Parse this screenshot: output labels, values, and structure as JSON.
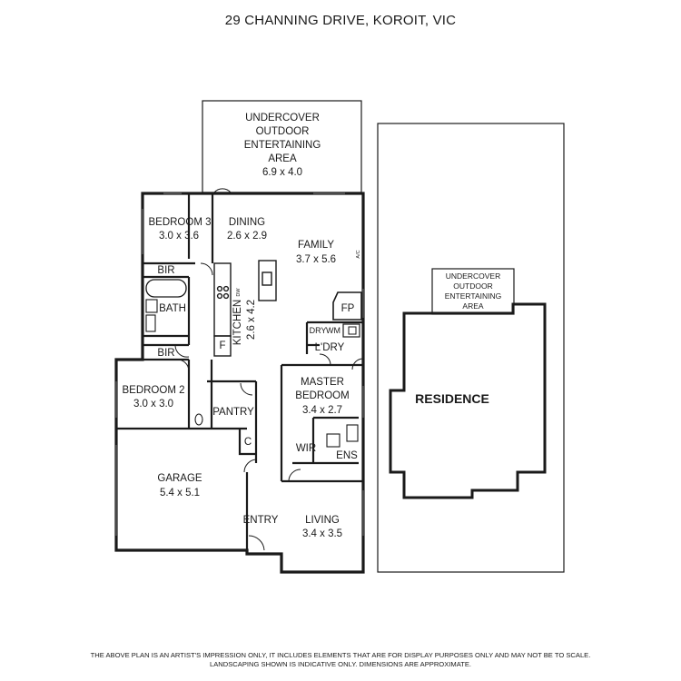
{
  "title": "29 CHANNING DRIVE, KOROIT, VIC",
  "disclaimer": {
    "line1": "THE ABOVE PLAN IS AN ARTIST'S IMPRESSION ONLY, IT INCLUDES ELEMENTS THAT ARE FOR DISPLAY PURPOSES ONLY AND MAY NOT BE TO SCALE.",
    "line2": "LANDSCAPING SHOWN IS INDICATIVE ONLY. DIMENSIONS ARE APPROXIMATE."
  },
  "rooms": {
    "outdoor": {
      "line1": "UNDERCOVER",
      "line2": "OUTDOOR",
      "line3": "ENTERTAINING",
      "line4": "AREA",
      "dim": "6.9 x 4.0"
    },
    "bedroom3": {
      "name": "BEDROOM 3",
      "dim": "3.0 x 3.6"
    },
    "dining": {
      "name": "DINING",
      "dim": "2.6 x 2.9"
    },
    "family": {
      "name": "FAMILY",
      "dim": "3.7 x 5.6"
    },
    "kitchen": {
      "name": "KITCHEN",
      "dim": "2.6 x 4.2"
    },
    "bir_top": "BIR",
    "bath": "BATH",
    "bir_bottom": "BIR",
    "fridge": "F",
    "dw": "DW",
    "ac": "A/C",
    "fp": "FP",
    "dry": "DRY",
    "wm": "WM",
    "laundry": "L'DRY",
    "bedroom2": {
      "name": "BEDROOM 2",
      "dim": "3.0 x 3.0"
    },
    "pantry": "PANTRY",
    "master": {
      "name": "MASTER",
      "name2": "BEDROOM",
      "dim": "3.4 x 2.7"
    },
    "cupboard": "C",
    "wir": "WIR",
    "ens": "ENS",
    "garage": {
      "name": "GARAGE",
      "dim": "5.4 x 5.1"
    },
    "entry": "ENTRY",
    "living": {
      "name": "LIVING",
      "dim": "3.4 x 3.5"
    }
  },
  "site": {
    "outdoor_small": {
      "line1": "UNDERCOVER",
      "line2": "OUTDOOR",
      "line3": "ENTERTAINING",
      "line4": "AREA"
    },
    "residence": "RESIDENCE"
  }
}
